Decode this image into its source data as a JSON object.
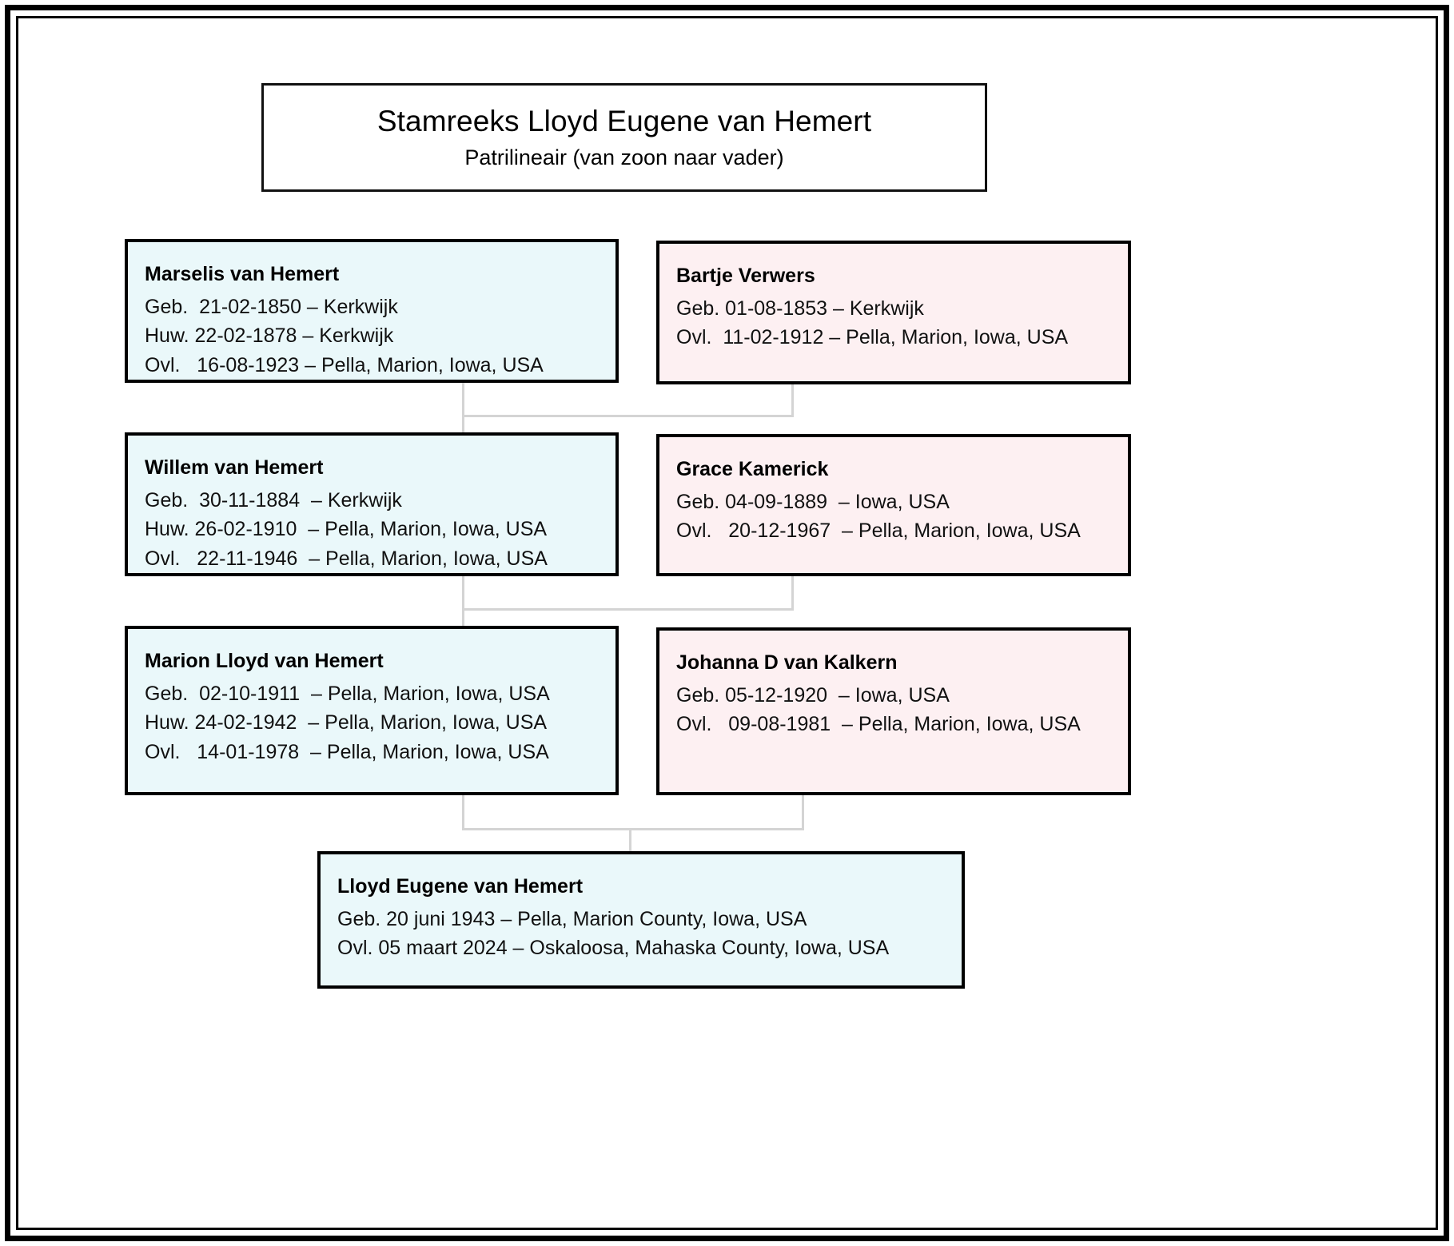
{
  "title": {
    "main": "Stamreeks Lloyd Eugene van Hemert",
    "subtitle": "Patrilineair (van zoon naar vader)"
  },
  "generations": [
    {
      "father": {
        "name": "Marselis van Hemert",
        "birth": "Geb.  21-02-1850 – Kerkwijk",
        "marriage": "Huw. 22-02-1878 – Kerkwijk",
        "death": "Ovl.   16-08-1923 – Pella, Marion, Iowa, USA"
      },
      "mother": {
        "name": "Bartje Verwers",
        "birth": "Geb. 01-08-1853 – Kerkwijk",
        "death": "Ovl.  11-02-1912 – Pella, Marion, Iowa, USA"
      }
    },
    {
      "father": {
        "name": "Willem van Hemert",
        "birth": "Geb.  30-11-1884  – Kerkwijk",
        "marriage": "Huw. 26-02-1910  – Pella, Marion, Iowa, USA",
        "death": "Ovl.   22-11-1946  – Pella, Marion, Iowa, USA"
      },
      "mother": {
        "name": "Grace Kamerick",
        "birth": "Geb. 04-09-1889  – Iowa, USA",
        "death": "Ovl.   20-12-1967  – Pella, Marion, Iowa, USA"
      }
    },
    {
      "father": {
        "name": "Marion Lloyd van Hemert",
        "birth": "Geb.  02-10-1911  – Pella, Marion, Iowa, USA",
        "marriage": "Huw. 24-02-1942  – Pella, Marion, Iowa, USA",
        "death": "Ovl.   14-01-1978  – Pella, Marion, Iowa, USA"
      },
      "mother": {
        "name": "Johanna D van Kalkern",
        "birth": "Geb. 05-12-1920  – Iowa, USA",
        "death": "Ovl.   09-08-1981  – Pella, Marion, Iowa, USA"
      }
    }
  ],
  "subject": {
    "name": "Lloyd Eugene van Hemert",
    "birth": "Geb. 20 juni 1943 – Pella, Marion County, Iowa, USA",
    "death": "Ovl. 05 maart 2024 – Oskaloosa, Mahaska County, Iowa, USA"
  },
  "colors": {
    "male_fill": "#eaf8fa",
    "female_fill": "#fdf0f2",
    "border": "#000000",
    "connector": "#d4d4d4"
  }
}
